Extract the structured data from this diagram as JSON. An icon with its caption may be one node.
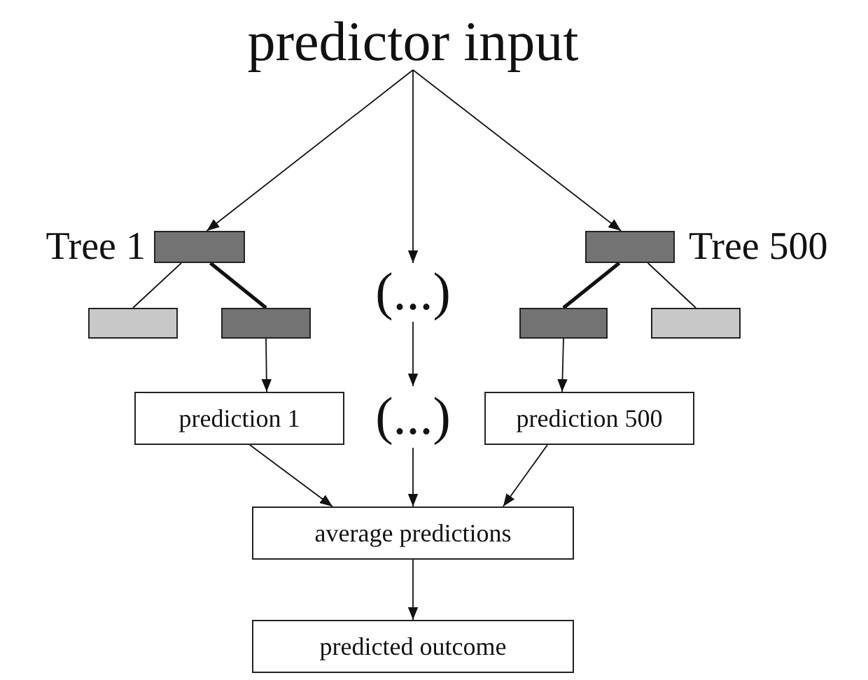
{
  "diagram": {
    "nodes": [
      {
        "text": [
          "predictor input"
        ]
      },
      {
        "text": [],
        "shape": "box",
        "beside": [
          "Tree 1"
        ]
      },
      {
        "text": [],
        "shape": "box"
      },
      {
        "text": [],
        "shape": "box"
      },
      {
        "text": [
          "(...)"
        ]
      },
      {
        "text": [],
        "shape": "box",
        "beside": [
          "Tree 500"
        ]
      },
      {
        "text": [],
        "shape": "box"
      },
      {
        "text": [],
        "shape": "box"
      },
      {
        "text": [
          "prediction 1"
        ]
      },
      {
        "text": [
          "(...)"
        ]
      },
      {
        "text": [
          "prediction 500"
        ]
      },
      {
        "text": [
          "average predictions"
        ]
      },
      {
        "text": [
          "predicted outcome"
        ]
      }
    ],
    "edges": [
      {
        "from": 0,
        "to": 1,
        "arrow": "to"
      },
      {
        "from": 0,
        "to": 4,
        "arrow": "to"
      },
      {
        "from": 0,
        "to": 5,
        "arrow": "to"
      },
      {
        "from": 1,
        "to": 2,
        "arrow": "none"
      },
      {
        "from": 1,
        "to": 3,
        "arrow": "none",
        "style": "thick"
      },
      {
        "from": 5,
        "to": 6,
        "arrow": "none",
        "style": "thick"
      },
      {
        "from": 5,
        "to": 7,
        "arrow": "none"
      },
      {
        "from": 3,
        "to": 8,
        "arrow": "to"
      },
      {
        "from": 4,
        "to": 9,
        "arrow": "to"
      },
      {
        "from": 6,
        "to": 10,
        "arrow": "to"
      },
      {
        "from": 8,
        "to": 11,
        "arrow": "to"
      },
      {
        "from": 9,
        "to": 11,
        "arrow": "to"
      },
      {
        "from": 10,
        "to": 11,
        "arrow": "to"
      },
      {
        "from": 11,
        "to": 12,
        "arrow": "to"
      }
    ]
  }
}
